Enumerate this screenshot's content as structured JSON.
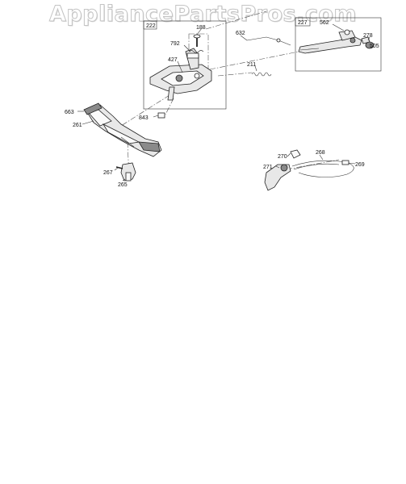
{
  "watermark": "AppliancePartsPros.com",
  "callouts": {
    "box_left": "222",
    "box_right": "227",
    "p188": "188",
    "p792": "792",
    "p632": "632",
    "p562": "562",
    "p278": "278",
    "p505": "505",
    "p427": "427",
    "p211": "211",
    "p663": "663",
    "p261": "261",
    "p843": "843",
    "p270": "270",
    "p268": "268",
    "p271": "271",
    "p269": "269",
    "p267": "267",
    "p265": "265"
  }
}
